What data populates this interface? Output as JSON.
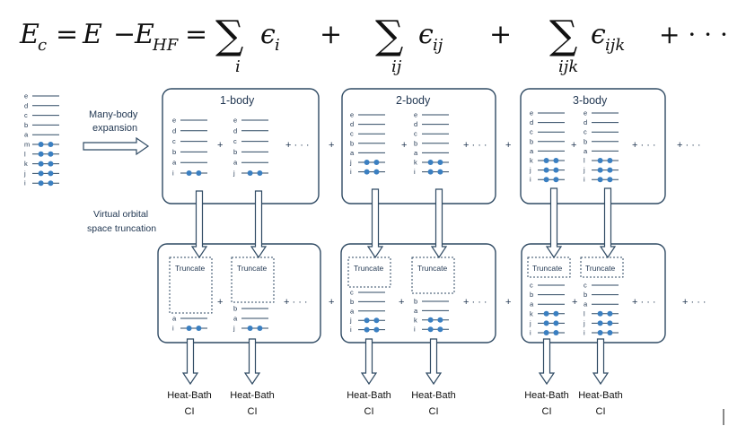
{
  "equation": {
    "lhs": "E",
    "lhs_sub": "c",
    "e": "E",
    "hf": "E",
    "hf_sub": "HF",
    "eq": "=",
    "minus": "−",
    "plus": "+",
    "sigma": "∑",
    "eps": "ϵ",
    "ellipsis": "+ · · ·",
    "idx1": "i",
    "idx2": "ij",
    "idx3": "ijk"
  },
  "annotations": {
    "many_body_1": "Many-body",
    "many_body_2": "expansion",
    "virtual_1": "Virtual orbital",
    "virtual_2": "space truncation"
  },
  "columns": [
    {
      "title": "1-body"
    },
    {
      "title": "2-body"
    },
    {
      "title": "3-body"
    }
  ],
  "truncate_label": "Truncate",
  "output_label_1": "Heat-Bath",
  "output_label_2": "CI",
  "plus_sign": "+",
  "dots_sign": "+ · · ·",
  "orbitals": {
    "reference": [
      "e",
      "d",
      "c",
      "b",
      "a",
      "m",
      "l",
      "k",
      "j",
      "i"
    ],
    "one_body": [
      "e",
      "d",
      "c",
      "b",
      "a",
      "i"
    ],
    "one_body_b": [
      "e",
      "d",
      "c",
      "b",
      "a",
      "j"
    ],
    "two_body": [
      "e",
      "d",
      "c",
      "b",
      "a",
      "j",
      "i"
    ],
    "two_body_b": [
      "e",
      "d",
      "c",
      "b",
      "a",
      "k",
      "i"
    ],
    "three_body": [
      "e",
      "d",
      "c",
      "b",
      "a",
      "k",
      "j",
      "i"
    ],
    "three_body_b": [
      "e",
      "d",
      "c",
      "b",
      "a",
      "l",
      "j",
      "i"
    ],
    "trunc_one": [
      "a",
      "i"
    ],
    "trunc_one_b": [
      "b",
      "a",
      "j"
    ],
    "trunc_two": [
      "c",
      "b",
      "a",
      "j",
      "i"
    ],
    "trunc_two_b": [
      "b",
      "a",
      "k",
      "i"
    ],
    "trunc_three": [
      "c",
      "b",
      "a",
      "k",
      "j",
      "i"
    ],
    "trunc_three_b": [
      "c",
      "b",
      "a",
      "l",
      "j",
      "i"
    ]
  },
  "colors": {
    "frame": "#2f4a63",
    "electron": "#3a7fc1",
    "text": "#1f3550"
  }
}
